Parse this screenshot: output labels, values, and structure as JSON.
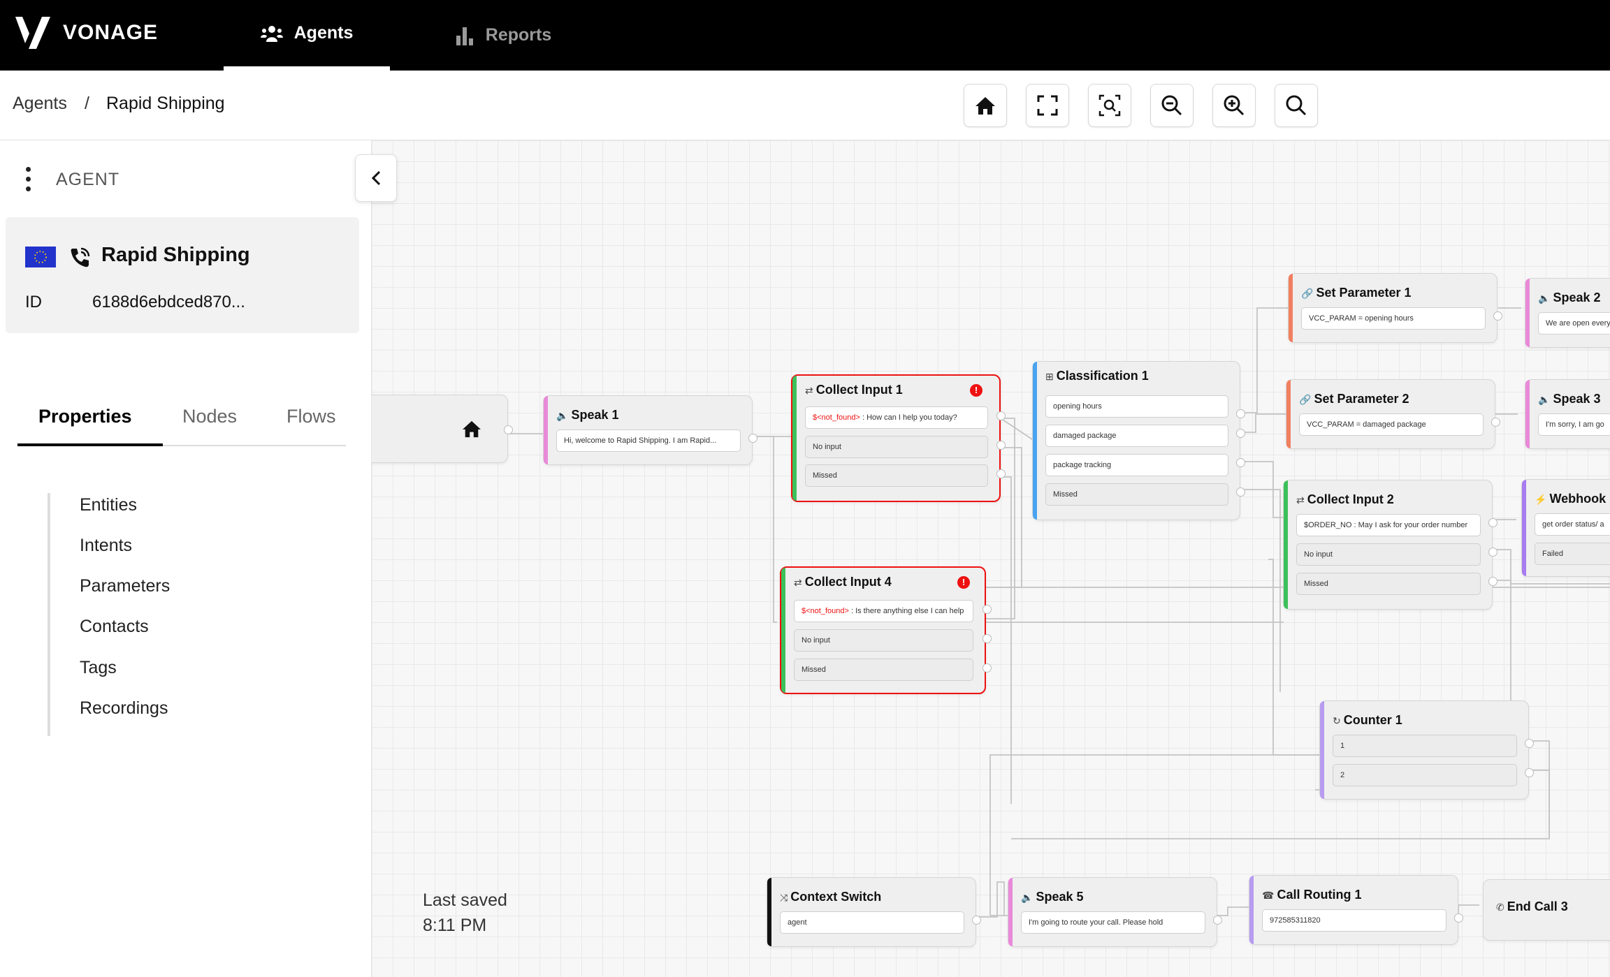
{
  "topbar": {
    "brand": "VONAGE",
    "tabs": [
      {
        "label": "Agents",
        "icon": "users-icon",
        "active": true
      },
      {
        "label": "Reports",
        "icon": "bar-chart-icon",
        "active": false
      }
    ]
  },
  "breadcrumb": {
    "root": "Agents",
    "separator": "/",
    "current": "Rapid Shipping"
  },
  "toolbar": {
    "icons": [
      "home-icon",
      "fit-screen-icon",
      "zoom-fit-icon",
      "zoom-out-icon",
      "zoom-in-icon",
      "search-icon"
    ]
  },
  "sidebar": {
    "section_label": "AGENT",
    "agent": {
      "name": "Rapid Shipping",
      "id_label": "ID",
      "id_value": "6188d6ebdced870..."
    },
    "tabs": [
      "Properties",
      "Nodes",
      "Flows"
    ],
    "menu": [
      "Entities",
      "Intents",
      "Parameters",
      "Contacts",
      "Tags",
      "Recordings"
    ]
  },
  "canvas": {
    "last_saved_label": "Last saved",
    "last_saved_time": "8:11 PM",
    "nodes": {
      "speak1": {
        "title": "Speak 1",
        "text": "Hi, welcome to Rapid Shipping. I am Rapid..."
      },
      "collect1": {
        "title": "Collect Input 1",
        "param": "$<not_found>",
        "prompt": " : How can I help you today?",
        "no_input": "No input",
        "missed": "Missed"
      },
      "collect4": {
        "title": "Collect Input 4",
        "param": "$<not_found>",
        "prompt": " : Is there anything else I can help",
        "no_input": "No input",
        "missed": "Missed"
      },
      "class1": {
        "title": "Classification 1",
        "rows": [
          "opening hours",
          "damaged package",
          "package tracking",
          "Missed"
        ]
      },
      "setparam1": {
        "title": "Set Parameter 1",
        "text": "VCC_PARAM = opening hours"
      },
      "setparam2": {
        "title": "Set Parameter 2",
        "text": "VCC_PARAM = damaged package"
      },
      "collect2": {
        "title": "Collect Input 2",
        "text": "$ORDER_NO : May I ask for your order number",
        "no_input": "No input",
        "missed": "Missed"
      },
      "speak2": {
        "title": "Speak 2",
        "text": "We are open every"
      },
      "speak3": {
        "title": "Speak 3",
        "text": "I'm sorry, I am go"
      },
      "webhook": {
        "title": "Webhook",
        "text": "get order status/ a",
        "failed": "Failed"
      },
      "counter1": {
        "title": "Counter 1",
        "rows": [
          "1",
          "2"
        ]
      },
      "context": {
        "title": "Context Switch",
        "text": "agent"
      },
      "speak5": {
        "title": "Speak 5",
        "text": "I'm going to route your call. Please hold"
      },
      "routing1": {
        "title": "Call Routing 1",
        "text": "972585311820"
      },
      "endcall3": {
        "title": "End Call 3"
      }
    }
  },
  "colors": {
    "topbar": "#000000",
    "error": "#e11111",
    "speak": "#e88ad8",
    "collect": "#3cc05a",
    "classification": "#4aa3f0",
    "setparam": "#f08060",
    "webhook": "#a67cf0",
    "counter": "#b79cf0",
    "context": "#111111"
  }
}
